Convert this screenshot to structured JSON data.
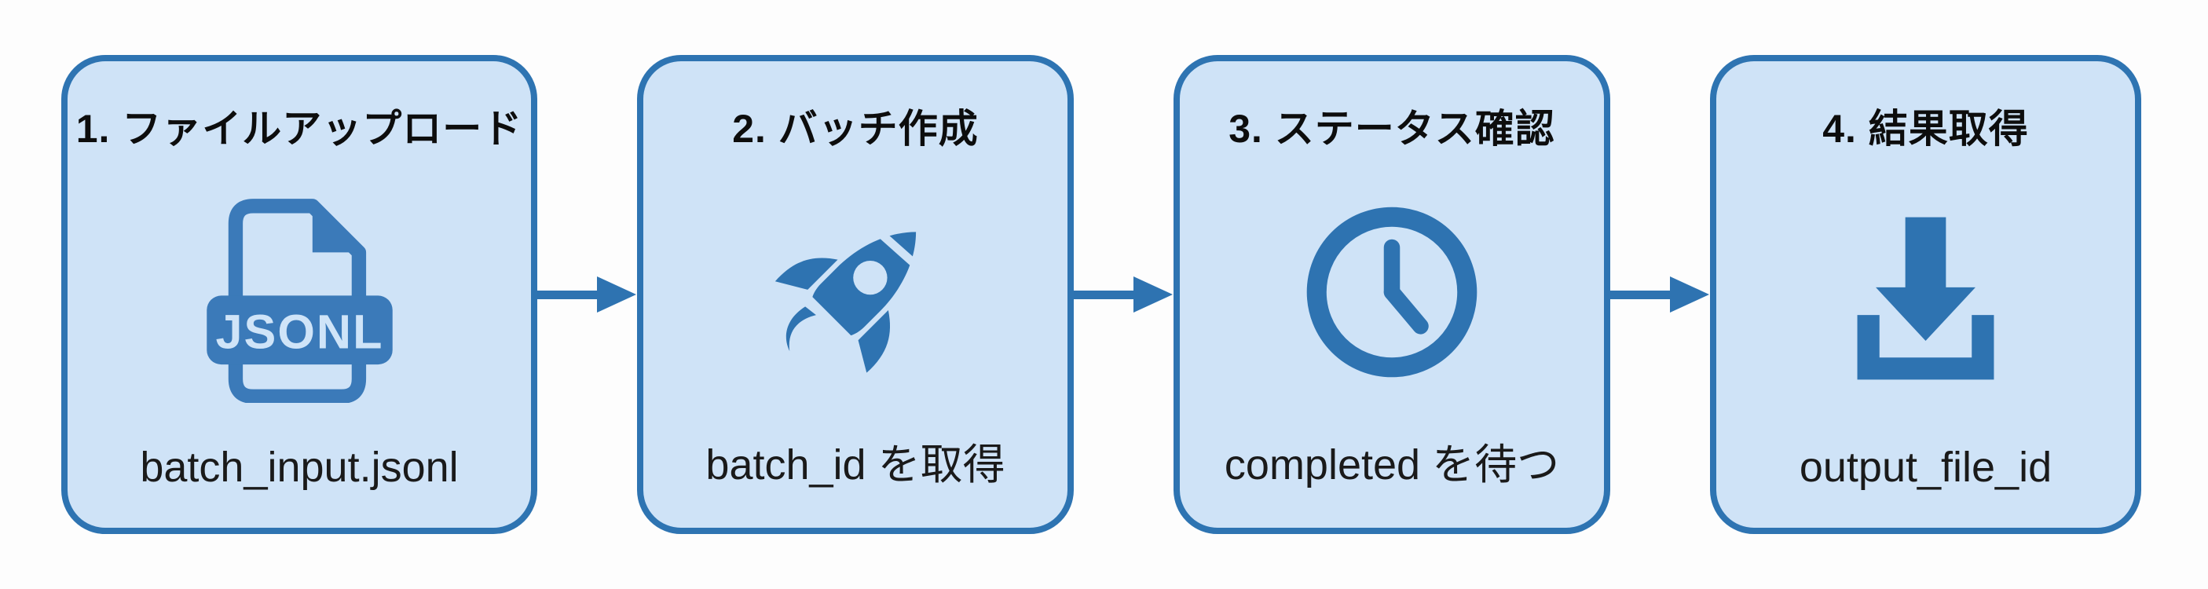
{
  "steps": [
    {
      "title": "1. ファイルアップロード",
      "caption": "batch_input.jsonl",
      "icon": "jsonl-file-icon",
      "icon_label": "JSONL"
    },
    {
      "title": "2. バッチ作成",
      "caption": "batch_id を取得",
      "icon": "rocket-icon"
    },
    {
      "title": "3. ステータス確認",
      "caption": "completed を待つ",
      "icon": "clock-icon"
    },
    {
      "title": "4. 結果取得",
      "caption": "output_file_id",
      "icon": "download-icon"
    }
  ],
  "colors": {
    "background": "#fdfdfd",
    "box-fill": "#cfe3f7",
    "box-border": "#2e74b2",
    "accent": "#2e73b1",
    "icon-blue": "#3b7ab9",
    "icon-label-light": "#cfe4f8",
    "title-text": "#0d0d0d",
    "caption-text": "#1a1a1a"
  }
}
